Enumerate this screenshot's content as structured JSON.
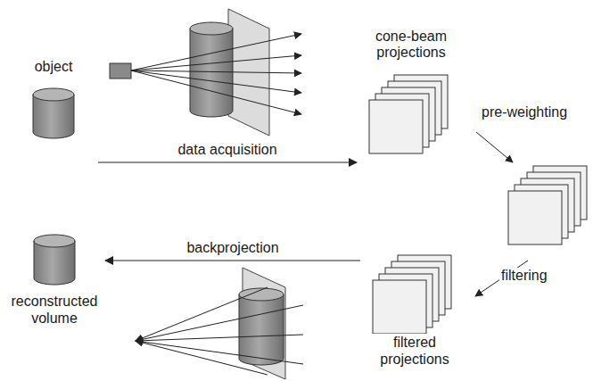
{
  "diagram": {
    "nodes": [
      {
        "text": [
          "object"
        ]
      },
      {
        "text": [
          "cone-beam projections"
        ]
      },
      {
        "text": [
          "filtered projections"
        ]
      },
      {
        "text": [
          "reconstructed volume"
        ]
      }
    ],
    "edges": [
      {
        "from": 0,
        "to": 1,
        "label": "data acquisition",
        "arrow": "to"
      },
      {
        "from": 2,
        "to": 3,
        "label": "backprojection",
        "arrow": "to"
      }
    ],
    "labels": [
      "pre-weighting",
      "filtering"
    ]
  }
}
